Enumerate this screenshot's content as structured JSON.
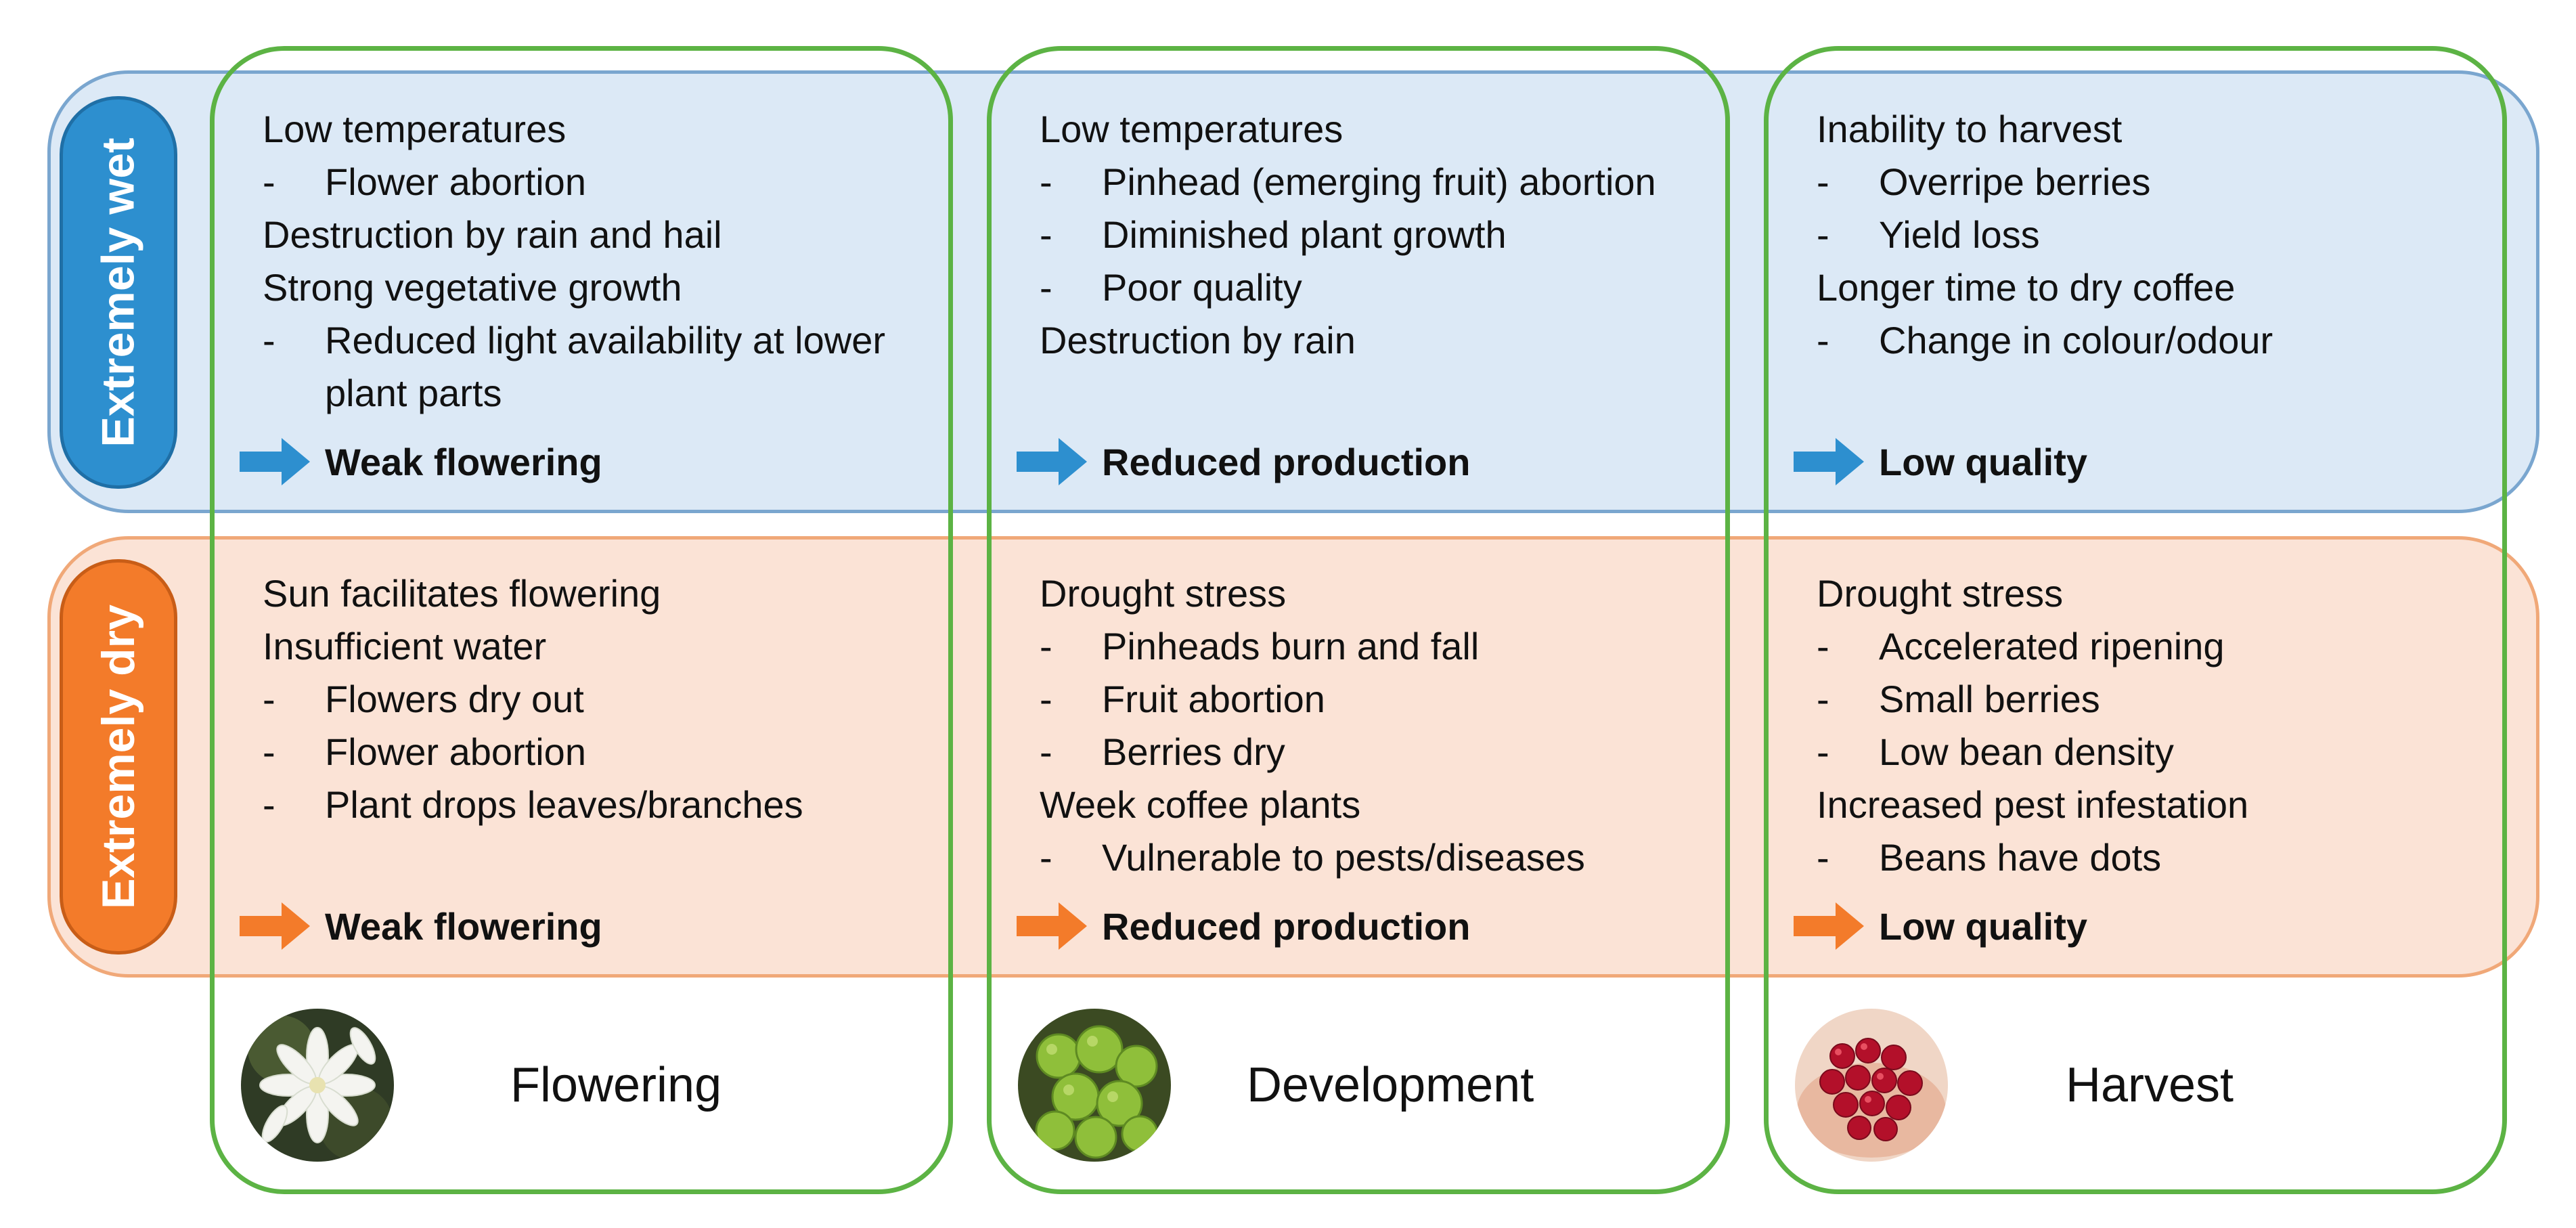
{
  "rows": [
    {
      "label": "Extremely wet",
      "fill": "#2d8fcf",
      "band_fill": "#dce9f6"
    },
    {
      "label": "Extremely dry",
      "fill": "#f37b2a",
      "band_fill": "#fbe3d6"
    }
  ],
  "stages": [
    {
      "name": "Flowering",
      "image": "white-coffee-flowers"
    },
    {
      "name": "Development",
      "image": "green-coffee-cherries"
    },
    {
      "name": "Harvest",
      "image": "red-coffee-cherries-in-hands"
    }
  ],
  "stage_border_color": "#5cb344",
  "cells": {
    "wet": [
      {
        "lines": [
          {
            "text": "Low temperatures"
          },
          {
            "text": "Flower abortion",
            "bullet": true
          },
          {
            "text": "Destruction by rain and hail"
          },
          {
            "text": "Strong vegetative growth"
          },
          {
            "text": "Reduced light availability at lower plant parts",
            "bullet": true
          }
        ],
        "result": "Weak flowering"
      },
      {
        "lines": [
          {
            "text": "Low temperatures"
          },
          {
            "text": "Pinhead (emerging fruit) abortion",
            "bullet": true
          },
          {
            "text": "Diminished plant growth",
            "bullet": true
          },
          {
            "text": "Poor quality",
            "bullet": true
          },
          {
            "text": "Destruction by rain"
          }
        ],
        "result": "Reduced production"
      },
      {
        "lines": [
          {
            "text": "Inability to harvest"
          },
          {
            "text": "Overripe berries",
            "bullet": true
          },
          {
            "text": "Yield loss",
            "bullet": true
          },
          {
            "text": "Longer time to dry coffee"
          },
          {
            "text": "Change in colour/odour",
            "bullet": true
          }
        ],
        "result": "Low quality"
      }
    ],
    "dry": [
      {
        "lines": [
          {
            "text": "Sun facilitates flowering"
          },
          {
            "text": "Insufficient water"
          },
          {
            "text": "Flowers dry out",
            "bullet": true
          },
          {
            "text": "Flower abortion",
            "bullet": true
          },
          {
            "text": "Plant drops leaves/branches",
            "bullet": true
          }
        ],
        "result": "Weak flowering"
      },
      {
        "lines": [
          {
            "text": "Drought stress"
          },
          {
            "text": "Pinheads burn and fall",
            "bullet": true
          },
          {
            "text": "Fruit abortion",
            "bullet": true
          },
          {
            "text": "Berries dry",
            "bullet": true
          },
          {
            "text": "Week coffee plants"
          },
          {
            "text": "Vulnerable to pests/diseases",
            "bullet": true
          }
        ],
        "result": "Reduced production"
      },
      {
        "lines": [
          {
            "text": "Drought stress"
          },
          {
            "text": "Accelerated ripening",
            "bullet": true
          },
          {
            "text": "Small berries",
            "bullet": true
          },
          {
            "text": "Low bean density",
            "bullet": true
          },
          {
            "text": "Increased pest infestation"
          },
          {
            "text": "Beans have dots",
            "bullet": true
          }
        ],
        "result": "Low quality"
      }
    ]
  },
  "arrow_colors": {
    "wet": "#2d8fcf",
    "dry": "#f37b2a"
  },
  "bullet_glyph": "-"
}
